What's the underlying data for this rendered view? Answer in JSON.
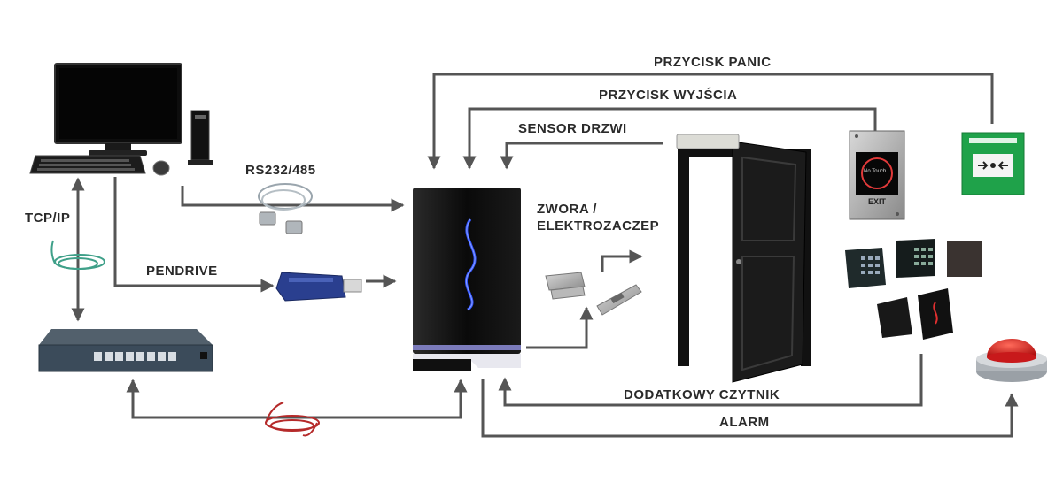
{
  "labels": {
    "przycisk_panic": "PRZYCISK PANIC",
    "przycisk_wyjscia": "PRZYCISK WYJŚCIA",
    "sensor_drzwi": "SENSOR DRZWI",
    "rs232": "RS232/485",
    "zwora_line1": "ZWORA /",
    "zwora_line2": "ELEKTROZACZEP",
    "tcpip": "TCP/IP",
    "pendrive": "PENDRIVE",
    "dodatkowy_czytnik": "DODATKOWY CZYTNIK",
    "alarm": "ALARM"
  },
  "exit_button": {
    "touch_text": "No Touch",
    "exit_text": "EXIT"
  },
  "colors": {
    "connector": "#555555",
    "reader_body": "#0d0d0d",
    "reader_glow": "#3355ff",
    "panic_green": "#1fa24a",
    "alarm_red": "#d8191b",
    "door": "#1b1b1b",
    "switch_body": "#3b4b5a",
    "usb_blue": "#2a3f8f"
  },
  "icons": [
    "computer-monitor-icon",
    "keyboard-icon",
    "mouse-icon",
    "pc-tower-icon",
    "network-switch-icon",
    "ethernet-cable-green-icon",
    "ethernet-cable-red-icon",
    "serial-cable-icon",
    "usb-pendrive-icon",
    "access-controller-icon",
    "magnetic-lock-icon",
    "electric-strike-icon",
    "door-icon",
    "exit-button-icon",
    "panic-button-icon",
    "card-reader-icon",
    "alarm-siren-icon"
  ]
}
